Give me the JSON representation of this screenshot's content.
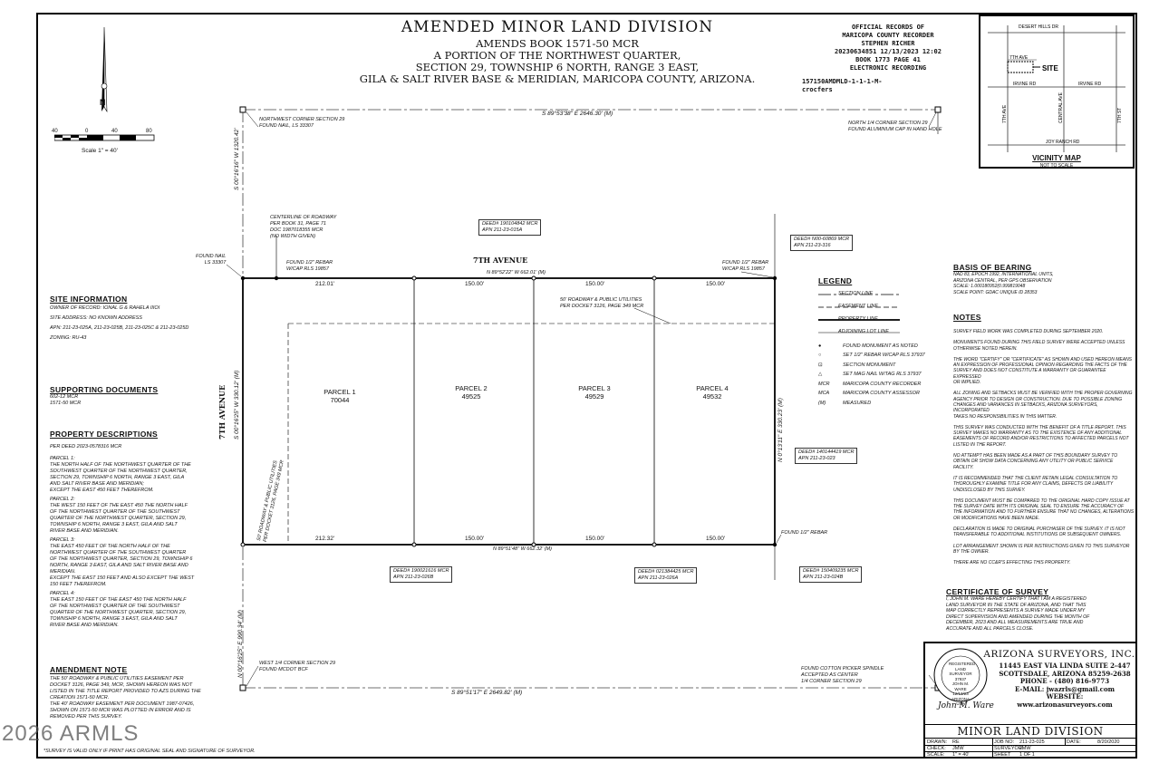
{
  "title": {
    "main": "AMENDED MINOR LAND DIVISION",
    "amends": "AMENDS BOOK 1571-50 MCR",
    "line1": "A PORTION OF THE NORTHWEST QUARTER,",
    "line2": "SECTION 29, TOWNSHIP 6 NORTH, RANGE 3 EAST,",
    "line3": "GILA & SALT RIVER BASE & MERIDIAN, MARICOPA COUNTY, ARIZONA."
  },
  "recorder": {
    "l1": "OFFICIAL RECORDS OF",
    "l2": "MARICOPA COUNTY RECORDER",
    "l3": "STEPHEN RICHER",
    "l4": "20230634851  12/13/2023  12:02",
    "l5": "BOOK 1773  PAGE 41",
    "l6": "ELECTRONIC RECORDING",
    "l7": "157150AMDMLD-1-1-1-M-",
    "l8": "crocfers"
  },
  "vicinity": {
    "title": "VICINITY MAP",
    "subtitle": "NOT TO SCALE",
    "roads": {
      "desert_hills": "DESERT HILLS DR",
      "seventh_ave": "7TH AVE",
      "irvine_l": "IRVINE RD",
      "irvine_r": "IRVINE RD",
      "seventh_ave_v": "7TH AVE",
      "central": "CENTRAL AVE",
      "seventh_st": "7TH ST",
      "joy_ranch": "JOY RANCH RD"
    },
    "site": "SITE"
  },
  "north": {
    "n": "N"
  },
  "scale": {
    "t0": "40",
    "t1": "0",
    "t2": "40",
    "t3": "80",
    "label": "Scale 1\" = 40'"
  },
  "site_info": {
    "heading": "SITE INFORMATION",
    "owner": "OWNER OF RECORD: IONAL G & RAHELA IIIOI",
    "address": "SITE ADDRESS: NO KNOWN ADDRESS",
    "apn": "APN: 211-23-025A, 211-23-025B, 211-23-025C & 211-23-025D",
    "zoning": "ZONING: RU-43"
  },
  "supporting": {
    "heading": "SUPPORTING DOCUMENTS",
    "l1": "602-12 MCR",
    "l2": "1571-50 MCR"
  },
  "property": {
    "heading": "PROPERTY DESCRIPTIONS",
    "deed": "PER DEED 2023-0578316 MCR",
    "p1": "PARCEL 1:\nTHE NORTH HALF OF THE NORTHWEST QUARTER OF THE\nSOUTHWEST QUARTER OF THE NORTHWEST QUARTER,\nSECTION 29, TOWNSHIP 6 NORTH, RANGE 3 EAST, GILA\nAND SALT RIVER BASE AND MERIDIAN;\nEXCEPT THE EAST 450 FEET THEREFROM.",
    "p2": "PARCEL 2:\nTHE WEST 150 FEET OF THE EAST 450 THE NORTH HALF\nOF THE NORTHWEST QUARTER OF THE SOUTHWEST\nQUARTER OF THE NORTHWEST QUARTER, SECTION 29,\nTOWNSHIP 6 NORTH, RANGE 3 EAST, GILA AND SALT\nRIVER BASE AND MERIDIAN.",
    "p3": "PARCEL 3:\nTHE EAST 450 FEET OF THE NORTH HALF OF THE\nNORTHWEST QUARTER OF THE SOUTHWEST QUARTER\nOF THE NORTHWEST QUARTER, SECTION 29, TOWNSHIP 6\nNORTH, RANGE 3 EAST, GILA AND SALT RIVER BASE AND\nMERIDIAN.\nEXCEPT THE EAST 150 FEET AND ALSO EXCEPT THE WEST\n150 FEET THEREFROM.",
    "p4": "PARCEL 4:\nTHE EAST 150 FEET OF THE EAST 450 THE NORTH HALF\nOF THE NORTHWEST QUARTER OF THE SOUTHWEST\nQUARTER OF THE NORTHWEST QUARTER, SECTION 29,\nTOWNSHIP 6 NORTH, RANGE 3 EAST, GILA AND SALT\nRIVER BASE AND MERIDIAN."
  },
  "amendment": {
    "heading": "AMENDMENT NOTE",
    "body": "THE 50' ROADWAY & PUBLIC UTILITIES EASEMENT PER\nDOCKET 3126, PAGE 349, MCR, SHOWN HEREON WAS NOT\nLISTED IN THE TITLE REPORT PROVIDED TO AZS DURING THE\nCREATION 1571-50 MCR.\nTHE 40' ROADWAY EASEMENT PER DOCUMENT 1987-07426,\nSHOWN ON 1571-50 MCR WAS PLOTTED IN ERROR AND IS\nREMOVED PER THIS SURVEY."
  },
  "footer_note": "*SURVEY IS VALID ONLY IF PRINT HAS ORIGINAL SEAL AND SIGNATURE OF SURVEYOR.",
  "watermark": "2026 ARMLS",
  "plat": {
    "top_bearing": "S 89°53'38\" E  2646.30' (M)",
    "bottom_bearing": "S 89°51'17\" E  2649.82' (M)",
    "nw_corner": "NORTHWEST CORNER SECTION 29\nFOUND NAIL, LS 33307",
    "n_quarter": "NORTH 1/4 CORNER SECTION 29\nFOUND ALUMINUM CAP IN HAND HOLE",
    "left_bearing_top": "S 00°16'16\" W  1320.42'",
    "left_bearing_mid": "S 00°16'25\" W  330.12' (M)",
    "left_bearing_bot": "N 00°16'25\" E  990.34' (M)",
    "right_bearing": "N 0°13'11\" E  330.23' (M)",
    "centerline": "CENTERLINE OF ROADWAY\nPER BOOK 31, PAGE 71\nDOC 1987018355 MCR\n(NO WIDTH GIVEN)",
    "found_nail": "FOUND NAIL\nLS 33307",
    "found_rebar_l": "FOUND 1/2\" REBAR\nW/CAP RLS 19857",
    "found_rebar_r": "FOUND 1/2\" REBAR\nW/CAP RLS 19857",
    "found_rebar_se": "FOUND 1/2\" REBAR",
    "deed_north": "DEED# 190104842 MCR\nAPN 211-23-015A",
    "deed_ne": "DEED# N00-60869 MCR\nAPN 211-23-316",
    "deed_east": "DEED# 140144419 MCR\nAPN 211-23-023",
    "deed_s1": "DEED# 190021616 MCR\nAPN 211-23-026B",
    "deed_s2": "DEED# 021384425 MCR\nAPN 211-23-026A",
    "deed_s3": "DEED# 150409235 MCR\nAPN 211-23-024B",
    "street": "7TH AVENUE",
    "street_v": "7TH AVENUE",
    "north_line": "N 89°52'22\" W   662.01' (M)",
    "south_line": "N 89°51'48\" W   662.32' (M)",
    "roadway_note": "50' ROADWAY & PUBLIC UTILITIES\nPER DOCKET 3126, PAGE 349 MCR",
    "roadway_note_v": "50' ROADWAY & PUBLIC UTILITIES\nPER DOCKET 3126, PAGE 349 MCR",
    "dims_top": [
      "212.01'",
      "150.00'",
      "150.00'",
      "150.00'"
    ],
    "dims_bot": [
      "212.32'",
      "150.00'",
      "150.00'",
      "150.00'"
    ],
    "parcels": [
      {
        "name": "PARCEL 1",
        "area": "70044"
      },
      {
        "name": "PARCEL 2",
        "area": "49525"
      },
      {
        "name": "PARCEL 3",
        "area": "49529"
      },
      {
        "name": "PARCEL 4",
        "area": "49532"
      }
    ],
    "w_quarter": "WEST 1/4 CORNER SECTION 29\nFOUND MCDOT BCF",
    "center_quarter": "FOUND COTTON PICKER SPINDLE\nACCEPTED AS CENTER\n1/4 CORNER SECTION 29"
  },
  "legend": {
    "heading": "LEGEND",
    "lines": [
      "SECTION LINE",
      "EASEMENT LINE",
      "PROPERTY LINE",
      "ADJOINING LOT LINE"
    ],
    "symbols": [
      {
        "sym": "●",
        "text": "FOUND MONUMENT AS NOTED"
      },
      {
        "sym": "○",
        "text": "SET 1/2\" REBAR W/CAP RLS 37937"
      },
      {
        "sym": "⊡",
        "text": "SECTION MONUMENT"
      },
      {
        "sym": "△",
        "text": "SET MAG NAIL W/TAG RLS 37937"
      },
      {
        "sym": "MCR",
        "text": "MARICOPA COUNTY RECORDER"
      },
      {
        "sym": "MCA",
        "text": "MARICOPA COUNTY ASSESSOR"
      },
      {
        "sym": "(M)",
        "text": "MEASURED"
      }
    ]
  },
  "basis": {
    "heading": "BASIS OF BEARING",
    "body": "NAD 83, EPOCH 1992, INTERNATIONAL UNITS,\nARIZONA CENTRAL, PER GPS OBSERVATION\nSCALE: 1.000180952(0.999819048\nSCALE POINT: GDAC UNIQUE ID 28353"
  },
  "notes": {
    "heading": "NOTES",
    "items": [
      "SURVEY FIELD WORK WAS COMPLETED DURING SEPTEMBER 2020.",
      "MONUMENTS FOUND DURING THIS FIELD SURVEY WERE ACCEPTED UNLESS\nOTHERWISE NOTED HEREIN.",
      "THE WORD \"CERTIFY\" OR \"CERTIFICATE\" AS SHOWN AND USED HEREON MEANS\nAN EXPRESSION OF PROFESSIONAL OPINION REGARDING THE FACTS OF THE\nSURVEY AND DOES NOT CONSTITUTE A WARRANTY OR GUARANTEE EXPRESSED\nOR IMPLIED.",
      "ALL ZONING AND SETBACKS MUST BE VERIFIED WITH THE PROPER GOVERNING\nAGENCY PRIOR TO DESIGN OR CONSTRUCTION.  DUE TO POSSIBLE ZONING\nCHANGES AND VARIANCES IN SETBACKS, ARIZONA SURVEYORS, INCORPORATED\nTAKES NO RESPONSIBILITIES IN THIS MATTER.",
      "THIS SURVEY WAS CONDUCTED WITH THE BENEFIT OF A TITLE REPORT.  THIS\nSURVEY MAKES NO WARRANTY AS TO THE EXISTENCE OF ANY ADDITIONAL\nEASEMENTS OF RECORD AND/OR RESTRICTIONS TO AFFECTED PARCELS NOT\nLISTED IN THE REPORT.",
      "NO ATTEMPT HAS BEEN MADE AS A PART OF THIS BOUNDARY SURVEY TO\nOBTAIN OR SHOW DATA CONCERNING ANY UTILITY OR PUBLIC SERVICE\nFACILITY.",
      "IT IS RECOMMENDED THAT THE CLIENT RETAIN LEGAL CONSULTATION TO\nTHOROUGHLY EXAMINE TITLE FOR ANY CLAIMS, DEFECTS OR LIABILITY\nUNDISCLOSED BY THIS SURVEY.",
      "THIS DOCUMENT MUST BE COMPARED TO THE ORIGINAL HARD COPY ISSUE AT\nTHE SURVEY DATE WITH ITS ORIGINAL SEAL TO ENSURE THE ACCURACY OF\nTHE INFORMATION AND TO FURTHER ENSURE THAT NO CHANGES, ALTERATIONS\nOR MODIFICATIONS HAVE BEEN MADE.",
      "DECLARATION IS MADE TO ORIGINAL PURCHASER OF THE SURVEY. IT IS NOT\nTRANSFERABLE TO ADDITIONAL INSTITUTIONS OR SUBSEQUENT OWNERS.",
      "LOT ARRANGEMENT SHOWN IS PER INSTRUCTIONS GIVEN TO THIS SURVEYOR\nBY THE OWNER.",
      "THERE ARE NO CC&R'S EFFECTING THIS PROPERTY."
    ]
  },
  "certificate": {
    "heading": "CERTIFICATE OF SURVEY",
    "body": "I, JOHN M. WARE HEREBY CERTIFY THAT I AM A REGISTERED\nLAND SURVEYOR IN THE STATE OF ARIZONA, AND THAT THIS\nMAP CORRECTLY REPRESENTS A SURVEY MADE UNDER MY\nDIRECT SUPERVISION AND AMENDED DURING THE MONTH OF\nDECEMBER, 2023 AND ALL MEASUREMENTS ARE TRUE AND\nACCURATE AND ALL PARCELS CLOSE."
  },
  "company": {
    "name": "ARIZONA SURVEYORS, INC.",
    "addr1": "11445 EAST VIA LINDA SUITE 2-447",
    "addr2": "SCOTTSDALE, ARIZONA 85259-2638",
    "phone": "PHONE - (480) 816-9773",
    "email": "E-MAIL: jwazrls@gmail.com",
    "web_label": "WEBSITE:",
    "web": "www.arizonasurveyors.com",
    "seal": "REGISTERED LAND SURVEYOR\n37937\nJOHN M.\nWARE\n12/13/23\nARIZONA USA",
    "signature": "John M. Ware"
  },
  "title_block": {
    "title": "MINOR LAND DIVISION",
    "drawn_l": "DRAWN:",
    "drawn_v": "RE",
    "job_l": "JOB NO:",
    "job_v": "211-23-025",
    "date_l": "DATE:",
    "date_v": "8/20/2020",
    "check_l": "CHECK:",
    "check_v": "JMW",
    "surveyor_l": "SURVEYOR:",
    "surveyor_v": "JMW",
    "scale_l": "SCALE:",
    "scale_v": "1\" = 40'",
    "sheet_l": "SHEET",
    "sheet_v": "1   OF   1"
  }
}
